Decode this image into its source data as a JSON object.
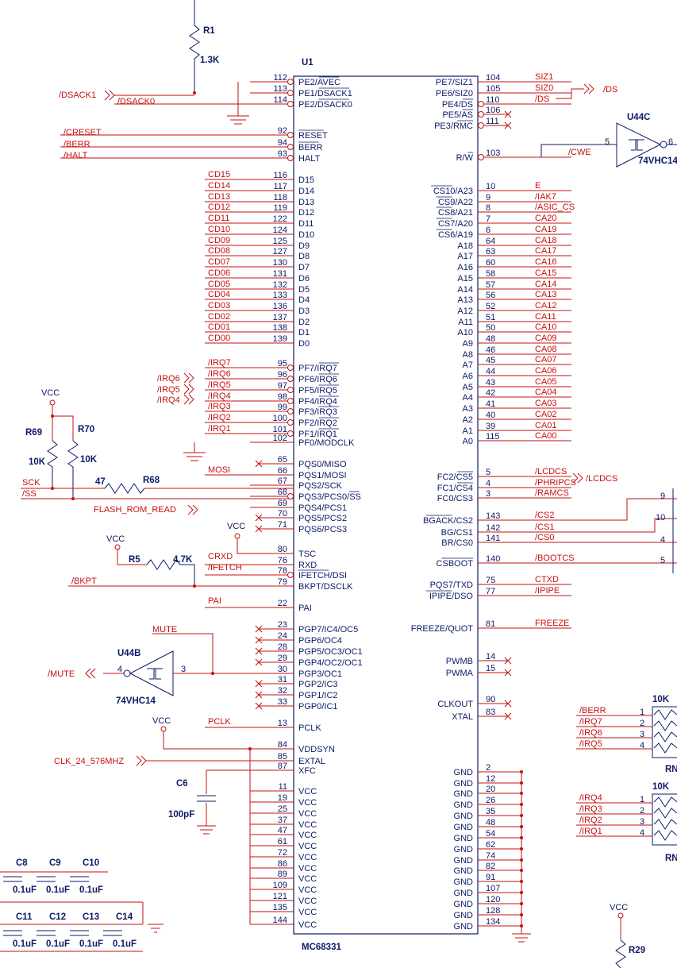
{
  "chip": {
    "ref": "U1",
    "part": "MC68331",
    "left_pins": [
      {
        "name": "PE2/AVEC",
        "num": "112",
        "net": ""
      },
      {
        "name": "PE1/DSACK1",
        "num": "113",
        "net": ""
      },
      {
        "name": "PE2/DSACK0",
        "num": "114",
        "net": "/DSACK0"
      },
      {
        "name": "RESET",
        "num": "92",
        "net": "/CRESET"
      },
      {
        "name": "BERR",
        "num": "94",
        "net": "/BERR"
      },
      {
        "name": "HALT",
        "num": "93",
        "net": "/HALT"
      },
      {
        "name": "D15",
        "num": "116",
        "net": "CD15"
      },
      {
        "name": "D14",
        "num": "117",
        "net": "CD14"
      },
      {
        "name": "D13",
        "num": "118",
        "net": "CD13"
      },
      {
        "name": "D12",
        "num": "119",
        "net": "CD12"
      },
      {
        "name": "D11",
        "num": "122",
        "net": "CD11"
      },
      {
        "name": "D10",
        "num": "124",
        "net": "CD10"
      },
      {
        "name": "D9",
        "num": "125",
        "net": "CD09"
      },
      {
        "name": "D8",
        "num": "127",
        "net": "CD08"
      },
      {
        "name": "D7",
        "num": "130",
        "net": "CD07"
      },
      {
        "name": "D6",
        "num": "131",
        "net": "CD06"
      },
      {
        "name": "D5",
        "num": "132",
        "net": "CD05"
      },
      {
        "name": "D4",
        "num": "133",
        "net": "CD04"
      },
      {
        "name": "D3",
        "num": "136",
        "net": "CD03"
      },
      {
        "name": "D2",
        "num": "137",
        "net": "CD02"
      },
      {
        "name": "D1",
        "num": "138",
        "net": "CD01"
      },
      {
        "name": "D0",
        "num": "139",
        "net": "CD00"
      },
      {
        "name": "PF7/IRQ7",
        "num": "95",
        "net": "/IRQ7"
      },
      {
        "name": "PF6/IRQ6",
        "num": "96",
        "net": "/IRQ6"
      },
      {
        "name": "PF5/IRQ5",
        "num": "97",
        "net": "/IRQ5"
      },
      {
        "name": "PF4/IRQ4",
        "num": "98",
        "net": "/IRQ4"
      },
      {
        "name": "PF3/IRQ3",
        "num": "99",
        "net": "/IRQ3"
      },
      {
        "name": "PF2/IRQ2",
        "num": "100",
        "net": "/IRQ2"
      },
      {
        "name": "PF1/IRQ1",
        "num": "101",
        "net": "/IRQ1"
      },
      {
        "name": "PF0/MODCLK",
        "num": "102",
        "net": ""
      },
      {
        "name": "PQS0/MISO",
        "num": "65",
        "net": ""
      },
      {
        "name": "PQS1/MOSI",
        "num": "66",
        "net": "MOSI"
      },
      {
        "name": "PQS2/SCK",
        "num": "67",
        "net": ""
      },
      {
        "name": "PQS3/PCS0/SS",
        "num": "68",
        "net": ""
      },
      {
        "name": "PQS4/PCS1",
        "num": "69",
        "net": ""
      },
      {
        "name": "PQS5/PCS2",
        "num": "70",
        "net": ""
      },
      {
        "name": "PQS6/PCS3",
        "num": "71",
        "net": ""
      },
      {
        "name": "TSC",
        "num": "80",
        "net": ""
      },
      {
        "name": "RXD",
        "num": "76",
        "net": "CRXD"
      },
      {
        "name": "IFETCH/DSI",
        "num": "78",
        "net": "/IFETCH"
      },
      {
        "name": "BKPT/DSCLK",
        "num": "79",
        "net": ""
      },
      {
        "name": "PAI",
        "num": "22",
        "net": "PAI"
      },
      {
        "name": "PGP7/IC4/OC5",
        "num": "23",
        "net": ""
      },
      {
        "name": "PGP6/OC4",
        "num": "24",
        "net": ""
      },
      {
        "name": "PGP5/OC3/OC1",
        "num": "28",
        "net": ""
      },
      {
        "name": "PGP4/OC2/OC1",
        "num": "29",
        "net": ""
      },
      {
        "name": "PGP3/OC1",
        "num": "30",
        "net": ""
      },
      {
        "name": "PGP2/IC3",
        "num": "31",
        "net": ""
      },
      {
        "name": "PGP1/IC2",
        "num": "32",
        "net": ""
      },
      {
        "name": "PGP0/IC1",
        "num": "33",
        "net": ""
      },
      {
        "name": "PCLK",
        "num": "13",
        "net": "PCLK"
      },
      {
        "name": "VDDSYN",
        "num": "84",
        "net": ""
      },
      {
        "name": "EXTAL",
        "num": "85",
        "net": ""
      },
      {
        "name": "XFC",
        "num": "87",
        "net": ""
      },
      {
        "name": "VCC",
        "num": "11",
        "net": ""
      },
      {
        "name": "VCC",
        "num": "19",
        "net": ""
      },
      {
        "name": "VCC",
        "num": "25",
        "net": ""
      },
      {
        "name": "VCC",
        "num": "37",
        "net": ""
      },
      {
        "name": "VCC",
        "num": "47",
        "net": ""
      },
      {
        "name": "VCC",
        "num": "61",
        "net": ""
      },
      {
        "name": "VCC",
        "num": "72",
        "net": ""
      },
      {
        "name": "VCC",
        "num": "86",
        "net": ""
      },
      {
        "name": "VCC",
        "num": "89",
        "net": ""
      },
      {
        "name": "VCC",
        "num": "109",
        "net": ""
      },
      {
        "name": "VCC",
        "num": "121",
        "net": ""
      },
      {
        "name": "VCC",
        "num": "135",
        "net": ""
      },
      {
        "name": "VCC",
        "num": "144",
        "net": ""
      }
    ],
    "right_pins": [
      {
        "name": "PE7/SIZ1",
        "num": "104",
        "net": "SIZ1"
      },
      {
        "name": "PE6/SIZ0",
        "num": "105",
        "net": "SIZ0"
      },
      {
        "name": "PE4/DS",
        "num": "110",
        "net": "/DS"
      },
      {
        "name": "PE5/AS",
        "num": "106",
        "net": ""
      },
      {
        "name": "PE3/RMC",
        "num": "111",
        "net": ""
      },
      {
        "name": "R/W",
        "num": "103",
        "net": "/CWE"
      },
      {
        "name": "CS10/A23",
        "num": "10",
        "net": "E"
      },
      {
        "name": "CS9/A22",
        "num": "9",
        "net": "/IAK7"
      },
      {
        "name": "CS8/A21",
        "num": "8",
        "net": "/ASIC_CS"
      },
      {
        "name": "CS7/A20",
        "num": "7",
        "net": "CA20"
      },
      {
        "name": "CS6/A19",
        "num": "6",
        "net": "CA19"
      },
      {
        "name": "A18",
        "num": "64",
        "net": "CA18"
      },
      {
        "name": "A17",
        "num": "63",
        "net": "CA17"
      },
      {
        "name": "A16",
        "num": "60",
        "net": "CA16"
      },
      {
        "name": "A15",
        "num": "58",
        "net": "CA15"
      },
      {
        "name": "A14",
        "num": "57",
        "net": "CA14"
      },
      {
        "name": "A13",
        "num": "56",
        "net": "CA13"
      },
      {
        "name": "A12",
        "num": "52",
        "net": "CA12"
      },
      {
        "name": "A11",
        "num": "51",
        "net": "CA11"
      },
      {
        "name": "A10",
        "num": "50",
        "net": "CA10"
      },
      {
        "name": "A9",
        "num": "48",
        "net": "CA09"
      },
      {
        "name": "A8",
        "num": "46",
        "net": "CA08"
      },
      {
        "name": "A7",
        "num": "45",
        "net": "CA07"
      },
      {
        "name": "A6",
        "num": "44",
        "net": "CA06"
      },
      {
        "name": "A5",
        "num": "43",
        "net": "CA05"
      },
      {
        "name": "A4",
        "num": "42",
        "net": "CA04"
      },
      {
        "name": "A3",
        "num": "41",
        "net": "CA03"
      },
      {
        "name": "A2",
        "num": "40",
        "net": "CA02"
      },
      {
        "name": "A1",
        "num": "39",
        "net": "CA01"
      },
      {
        "name": "A0",
        "num": "115",
        "net": "CA00"
      },
      {
        "name": "FC2/CS5",
        "num": "5",
        "net": "/LCDCS"
      },
      {
        "name": "FC1/CS4",
        "num": "4",
        "net": "/PHRIPCS"
      },
      {
        "name": "FC0/CS3",
        "num": "3",
        "net": "/RAMCS"
      },
      {
        "name": "BGACK/CS2",
        "num": "143",
        "net": "/CS2"
      },
      {
        "name": "BG/CS1",
        "num": "142",
        "net": "/CS1"
      },
      {
        "name": "BR/CS0",
        "num": "141",
        "net": "/CS0"
      },
      {
        "name": "CSBOOT",
        "num": "140",
        "net": "/BOOTCS"
      },
      {
        "name": "PQS7/TXD",
        "num": "75",
        "net": "CTXD"
      },
      {
        "name": "IPIPE/DSO",
        "num": "77",
        "net": "/IPIPE"
      },
      {
        "name": "FREEZE/QUOT",
        "num": "81",
        "net": "FREEZE"
      },
      {
        "name": "PWMB",
        "num": "14",
        "net": ""
      },
      {
        "name": "PWMA",
        "num": "15",
        "net": ""
      },
      {
        "name": "CLKOUT",
        "num": "90",
        "net": ""
      },
      {
        "name": "XTAL",
        "num": "83",
        "net": ""
      },
      {
        "name": "GND",
        "num": "2",
        "net": ""
      },
      {
        "name": "GND",
        "num": "12",
        "net": ""
      },
      {
        "name": "GND",
        "num": "20",
        "net": ""
      },
      {
        "name": "GND",
        "num": "26",
        "net": ""
      },
      {
        "name": "GND",
        "num": "35",
        "net": ""
      },
      {
        "name": "GND",
        "num": "48",
        "net": ""
      },
      {
        "name": "GND",
        "num": "54",
        "net": ""
      },
      {
        "name": "GND",
        "num": "62",
        "net": ""
      },
      {
        "name": "GND",
        "num": "74",
        "net": ""
      },
      {
        "name": "GND",
        "num": "82",
        "net": ""
      },
      {
        "name": "GND",
        "num": "91",
        "net": ""
      },
      {
        "name": "GND",
        "num": "107",
        "net": ""
      },
      {
        "name": "GND",
        "num": "120",
        "net": ""
      },
      {
        "name": "GND",
        "num": "128",
        "net": ""
      },
      {
        "name": "GND",
        "num": "134",
        "net": ""
      }
    ]
  },
  "labels": {
    "r1": "R1",
    "r1_val": "1.3K",
    "dsack1": "/DSACK1",
    "ds_out": "/DS",
    "u44c": "U44C",
    "u44c_part": "74VHC14",
    "u44c_in": "5",
    "u44c_out": "6",
    "irq6_ext": "/IRQ6",
    "irq5_ext": "/IRQ5",
    "irq4_ext": "/IRQ4",
    "vcc": "VCC",
    "r69": "R69",
    "r69_val": "10K",
    "r70": "R70",
    "r70_val": "10K",
    "sck": "SCK",
    "ss": "/SS",
    "r68": "R68",
    "r68_val": "47",
    "flash": "FLASH_ROM_READ",
    "r5": "R5",
    "r5_val": "4.7K",
    "bkpt": "/BKPT",
    "mute_net": "MUTE",
    "mute_out": "/MUTE",
    "u44b": "U44B",
    "u44b_part": "74VHC14",
    "u44b_in": "3",
    "u44b_out": "4",
    "clk": "CLK_24_576MHZ",
    "c6": "C6",
    "c6_val": "100pF",
    "lcdcs_out": "/LCDCS",
    "right_nums": [
      "9",
      "10",
      "4",
      "5"
    ],
    "rn_a_val": "10K",
    "rn_a_name": "RN",
    "rn_a_nets": [
      "/BERR",
      "/IRQ7",
      "/IRQ6",
      "/IRQ5"
    ],
    "rn_b_val": "10K",
    "rn_b_name": "RN",
    "rn_b_nets": [
      "/IRQ4",
      "/IRQ3",
      "/IRQ2",
      "/IRQ1"
    ],
    "rn_pins": [
      "1",
      "2",
      "3",
      "4"
    ],
    "caps_top": [
      "C8",
      "C9",
      "C10"
    ],
    "caps_bot": [
      "C11",
      "C12",
      "C13",
      "C14"
    ],
    "cap_val": "0.1uF",
    "r29": "R29"
  }
}
